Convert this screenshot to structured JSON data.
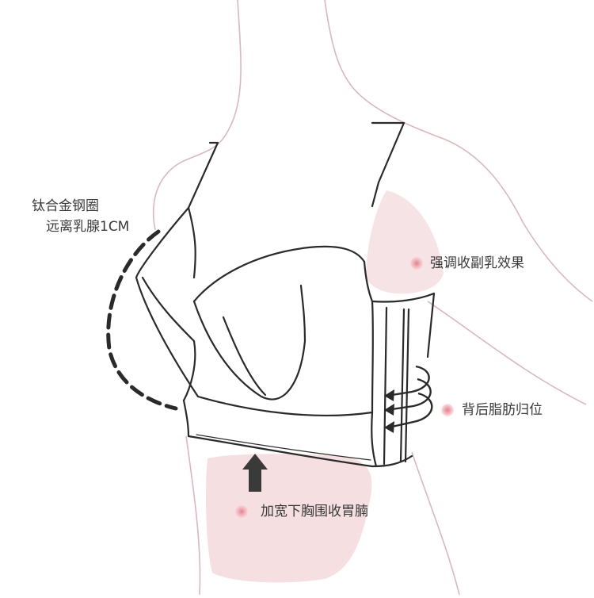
{
  "labels": {
    "wire_line1": "钛合金钢圈",
    "wire_line2": "远离乳腺1CM",
    "side_effect": "强调收副乳效果",
    "back_fat": "背后脂肪归位",
    "underband": "加宽下胸围收胃腩"
  },
  "colors": {
    "skin_outline": "#d9b7bd",
    "garment_outline": "#2a2a2a",
    "highlight_fill": "#f3d9dc",
    "arrow": "#3a3a3a",
    "text": "#3a3a3a"
  }
}
